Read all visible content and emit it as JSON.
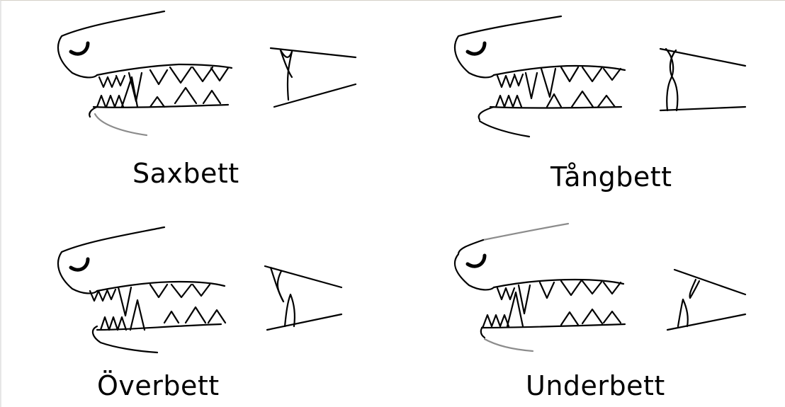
{
  "diagrams": [
    {
      "id": "saxbett",
      "label": "Saxbett"
    },
    {
      "id": "tangbett",
      "label": "Tångbett"
    },
    {
      "id": "overbett",
      "label": "Överbett"
    },
    {
      "id": "underbett",
      "label": "Underbett"
    }
  ]
}
